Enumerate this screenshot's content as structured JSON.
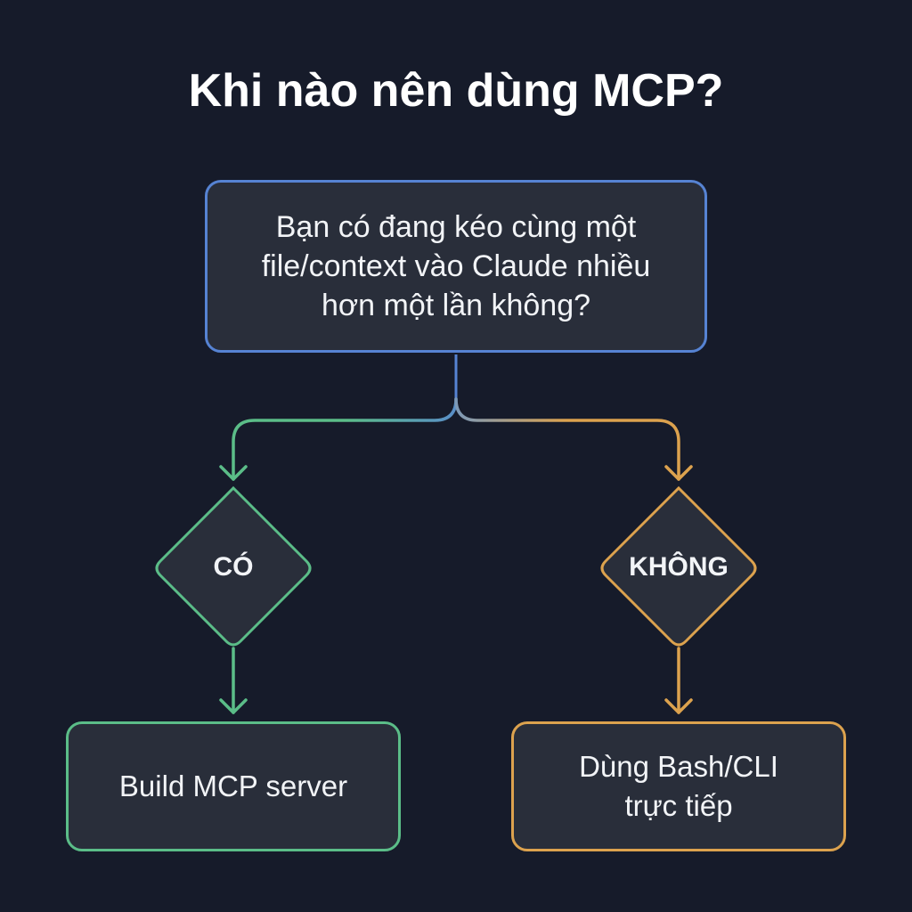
{
  "title": "Khi nào nên dùng MCP?",
  "question": {
    "lines": [
      "Bạn có đang kéo cùng một",
      "file/context vào Claude nhiều",
      "hơn một lần không?"
    ]
  },
  "branches": {
    "yes": {
      "label": "CÓ",
      "result": "Build MCP server",
      "color": "#5bbd88"
    },
    "no": {
      "label": "KHÔNG",
      "result_lines": [
        "Dùng Bash/CLI",
        "trực tiếp"
      ],
      "color": "#dca24e"
    }
  },
  "colors": {
    "background": "#161b2a",
    "node_fill": "#292e3a",
    "question_border": "#5683d3",
    "text": "#f2f4f7"
  }
}
